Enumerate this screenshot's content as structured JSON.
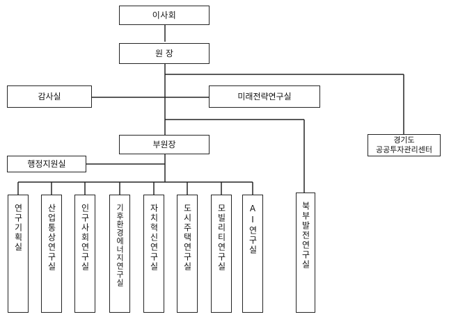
{
  "org": {
    "board": "이사회",
    "president": "원 장",
    "audit": "감사실",
    "future": "미래전략연구실",
    "center_line1": "경기도",
    "center_line2": "공공투자관리센터",
    "vp": "부원장",
    "admin": "행정지원실",
    "labs": [
      "연구기획실",
      "산업통상연구실",
      "인구사회연구실",
      "기후환경에너지연구실",
      "자치혁신연구실",
      "도시주택연구실",
      "모빌리티연구실",
      "AI연구실"
    ],
    "north": "북부발전연구실"
  }
}
